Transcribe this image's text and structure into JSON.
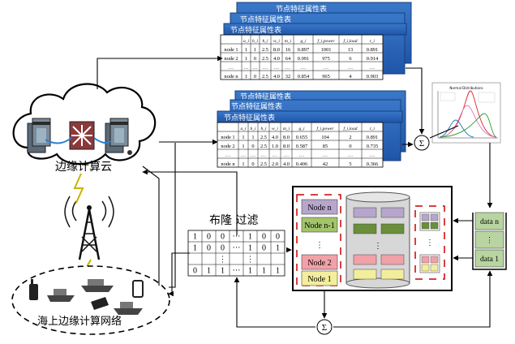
{
  "labels": {
    "edge_cloud": "边缘计算云",
    "maritime_network": "海上边缘计算网络",
    "bloom_filter": "布隆 过滤",
    "sigma": "Σ"
  },
  "tables": {
    "title": "节点特征属性表",
    "headers": [
      "",
      "a_i",
      "b_i",
      "h_i",
      "w_i",
      "m_i",
      "g_i",
      "f_i,power",
      "f_i,load",
      "t_i"
    ],
    "top_rows": [
      [
        "node 1",
        "1",
        "1",
        "2.5",
        "8.0",
        "16",
        "0.897",
        "1001",
        "13",
        "0.891"
      ],
      [
        "node 2",
        "1",
        "0",
        "2.5",
        "4.0",
        "64",
        "0.991",
        "975",
        "6",
        "0.914"
      ],
      [
        "…",
        "…",
        "…",
        "…",
        "…",
        "…",
        "…",
        "…",
        "…",
        "…"
      ],
      [
        "node n",
        "1",
        "0",
        "2.5",
        "4.0",
        "32",
        "0.854",
        "965",
        "4",
        "0.903"
      ]
    ],
    "bottom_rows": [
      [
        "node 1",
        "1",
        "1",
        "2.5",
        "4.0",
        "8.0",
        "0.655",
        "104",
        "2",
        "0.891"
      ],
      [
        "node 2",
        "1",
        "0",
        "2.5",
        "1.0",
        "8.0",
        "0.587",
        "85",
        "0",
        "0.735"
      ],
      [
        "…",
        "…",
        "…",
        "…",
        "…",
        "…",
        "…",
        "…",
        "…",
        "…"
      ],
      [
        "node n",
        "1",
        "0",
        "2.5",
        "2.0",
        "4.0",
        "0.406",
        "42",
        "5",
        "0.366"
      ]
    ]
  },
  "chart_thumb": {
    "title": "Normal Distributions"
  },
  "bloom_filter": {
    "rows": [
      [
        "1",
        "0",
        "0",
        "···",
        "1",
        "0",
        "0"
      ],
      [
        "1",
        "0",
        "0",
        "···",
        "1",
        "0",
        "1"
      ],
      [
        "",
        "",
        "⋮",
        "",
        "⋮",
        "",
        ""
      ],
      [
        "0",
        "1",
        "1",
        "···",
        "1",
        "1",
        "1"
      ]
    ]
  },
  "nodes": [
    {
      "label": "Node n",
      "color": "#b7a6cc"
    },
    {
      "label": "Node n-1",
      "color": "#a3c46a"
    },
    {
      "label": "⋮",
      "color": ""
    },
    {
      "label": "Node 2",
      "color": "#f2a1a8"
    },
    {
      "label": "Node 1",
      "color": "#f3ee9c"
    }
  ],
  "cylinder_rows": [
    [
      "#b7a6cc",
      "#b7a6cc"
    ],
    [
      "#6b8e3a",
      "#6b8e3a"
    ],
    [
      "⋮",
      ""
    ],
    [
      "#f2a1a8",
      "#f2a1a8"
    ],
    [
      "#f3ee9c",
      "#f3ee9c"
    ]
  ],
  "buckets": [
    [
      "#b7a6cc",
      "#6b8e3a"
    ],
    [
      "#f2a1a8",
      "#f3ee9c"
    ]
  ],
  "data_queue": [
    "data n",
    "⋮",
    "data 1"
  ],
  "colors": {
    "table_header": "#2b62b8",
    "queue_fill": "#b8d4a0",
    "red_dash": "#cc0000"
  }
}
